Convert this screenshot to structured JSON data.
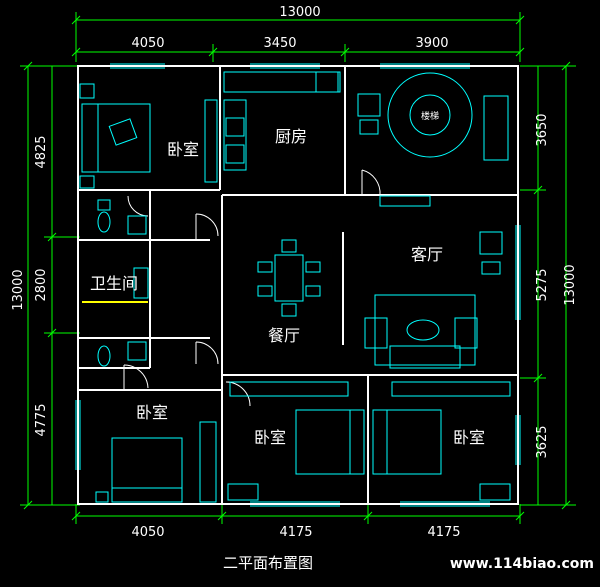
{
  "plan": {
    "total_width": "13000",
    "total_height_left": "13000",
    "total_height_right": "13000",
    "top_dims": [
      "4050",
      "3450",
      "3900"
    ],
    "bottom_dims": [
      "4050",
      "4175",
      "4175"
    ],
    "left_dims": [
      "4825",
      "2800",
      "4775"
    ],
    "right_dims": [
      "3650",
      "5275",
      "3625"
    ],
    "rooms": {
      "bedroom_top_left": "卧室",
      "kitchen": "厨房",
      "stairs": "楼梯",
      "bathroom": "卫生间",
      "living_room": "客厅",
      "dining_room": "餐厅",
      "bedroom_bottom_left": "卧室",
      "bedroom_bottom_mid": "卧室",
      "bedroom_bottom_right": "卧室"
    },
    "title": "二平面布置图",
    "watermark": "www.114biao.com"
  },
  "colors": {
    "background": "#000000",
    "wall": "#ffffff",
    "dimension": "#00ff00",
    "furniture": "#00ffff",
    "text": "#ffffff"
  }
}
